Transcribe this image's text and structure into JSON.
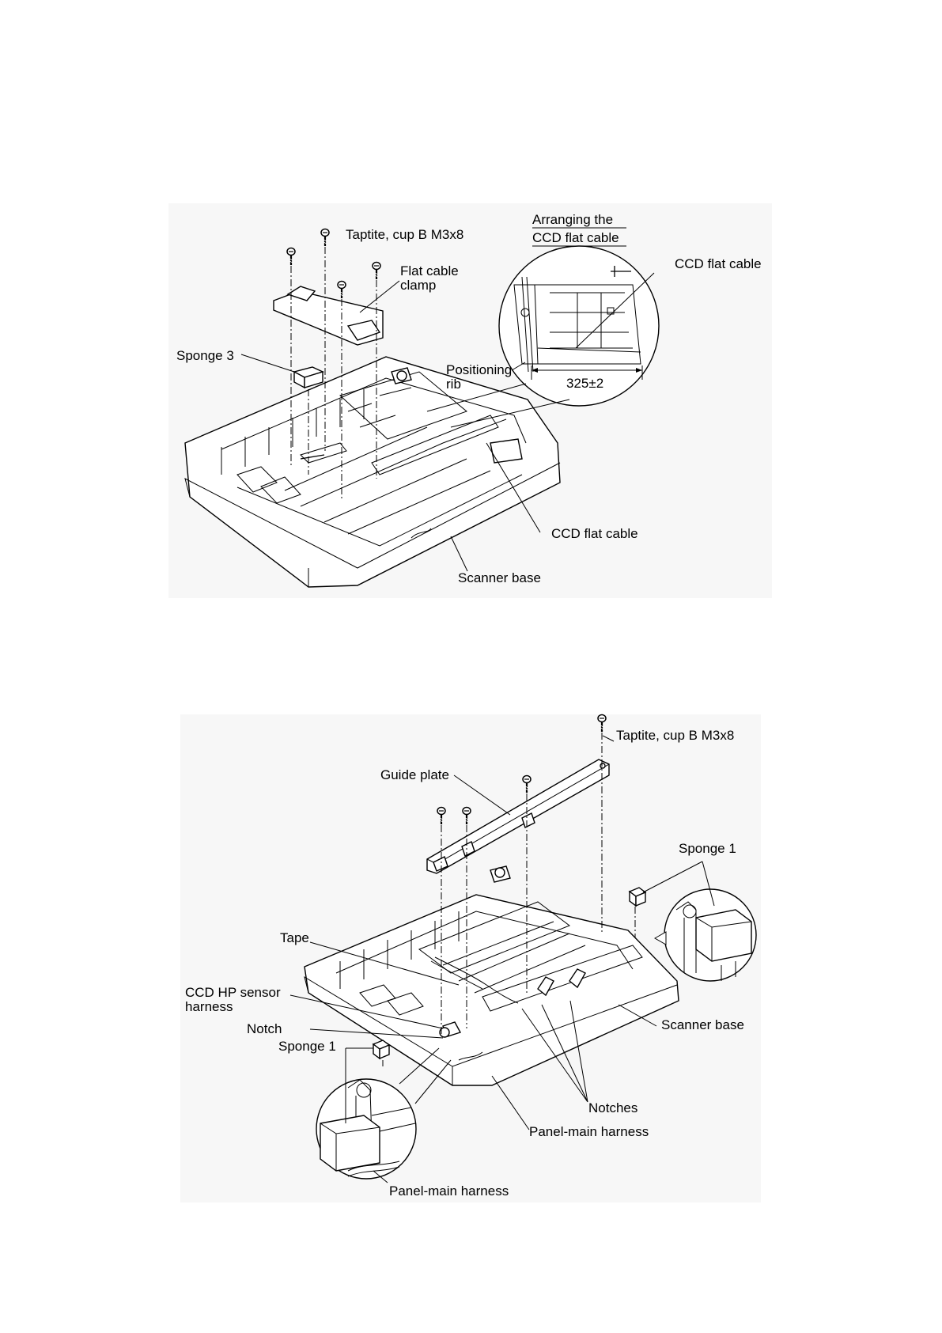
{
  "figure_top": {
    "labels": {
      "screw": "Taptite, cup B M3x8",
      "clamp_line1": "Flat cable",
      "clamp_line2": "clamp",
      "sponge": "Sponge 3",
      "rib_line1": "Positioning",
      "rib_line2": "rib",
      "inset_title_line1": "Arranging the",
      "inset_title_line2": "CCD flat cable",
      "inset_cable": "CCD flat cable",
      "dimension": "325±2",
      "cable": "CCD flat cable",
      "base": "Scanner base"
    }
  },
  "figure_bottom": {
    "labels": {
      "screw": "Taptite, cup B M3x8",
      "guide": "Guide plate",
      "sponge_right": "Sponge 1",
      "tape": "Tape",
      "sensor_line1": "CCD HP sensor",
      "sensor_line2": "harness",
      "notch": "Notch",
      "sponge_left": "Sponge 1",
      "base": "Scanner base",
      "notches": "Notches",
      "harness": "Panel-main harness",
      "inset_harness": "Panel-main harness"
    }
  }
}
